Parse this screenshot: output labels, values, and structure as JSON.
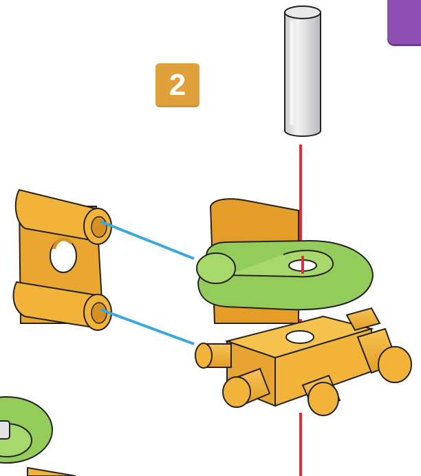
{
  "step": {
    "number": "2"
  },
  "colors": {
    "part_orange": "#f2b33a",
    "part_orange_dark": "#d89022",
    "connector_green": "#93cc5a",
    "rod_gray": "#d9dadc",
    "guide_red": "#e32b3a",
    "guide_blue": "#3ba7e0",
    "badge": "#e0a03c",
    "tab_purple": "#8e4fb3"
  },
  "icons": [
    "rod-part",
    "bracket-part",
    "hub-part",
    "u-clip-part",
    "wheel-part"
  ]
}
